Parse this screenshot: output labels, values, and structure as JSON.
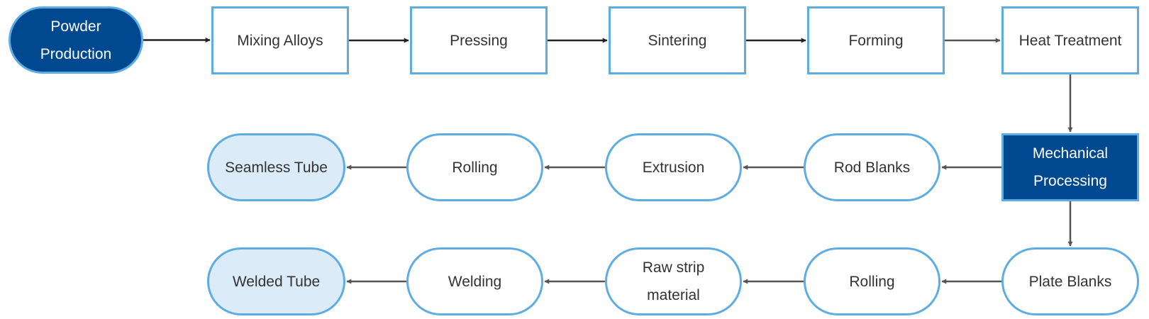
{
  "diagram": {
    "type": "flowchart",
    "colors": {
      "accent_dark": "#004990",
      "border_blue": "#5dade2",
      "end_fill": "#dcebf8",
      "arrow_dark": "#222222",
      "arrow_gray": "#555555"
    },
    "nodes": {
      "powder": "Powder\nProduction",
      "mixing": "Mixing Alloys",
      "pressing": "Pressing",
      "sintering": "Sintering",
      "forming": "Forming",
      "heat": "Heat Treatment",
      "mechanical": "Mechanical\nProcessing",
      "rod": "Rod Blanks",
      "extrusion": "Extrusion",
      "rolling1": "Rolling",
      "seamless": "Seamless Tube",
      "plate": "Plate Blanks",
      "rolling2": "Rolling",
      "rawstrip": "Raw strip\nmaterial",
      "welding": "Welding",
      "welded": "Welded Tube"
    },
    "edges": [
      [
        "powder",
        "mixing"
      ],
      [
        "mixing",
        "pressing"
      ],
      [
        "pressing",
        "sintering"
      ],
      [
        "sintering",
        "forming"
      ],
      [
        "forming",
        "heat"
      ],
      [
        "heat",
        "mechanical"
      ],
      [
        "mechanical",
        "rod"
      ],
      [
        "rod",
        "extrusion"
      ],
      [
        "extrusion",
        "rolling1"
      ],
      [
        "rolling1",
        "seamless"
      ],
      [
        "mechanical",
        "plate"
      ],
      [
        "plate",
        "rolling2"
      ],
      [
        "rolling2",
        "rawstrip"
      ],
      [
        "rawstrip",
        "welding"
      ],
      [
        "welding",
        "welded"
      ]
    ]
  }
}
